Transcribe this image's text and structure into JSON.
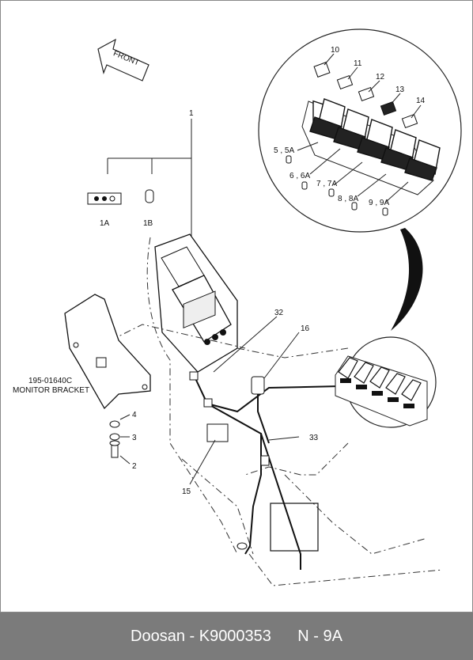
{
  "diagram": {
    "direction_label": "FRONT",
    "callouts": {
      "c1": "1",
      "c1a": "1A",
      "c1b": "1B",
      "c2": "2",
      "c3": "3",
      "c4": "4",
      "c5": "5 , 5A",
      "c6": "6 , 6A",
      "c7": "7 , 7A",
      "c8": "8 , 8A",
      "c9": "9 , 9A",
      "c10": "10",
      "c11": "11",
      "c12": "12",
      "c13": "13",
      "c14": "14",
      "c15": "15",
      "c16": "16",
      "c32": "32",
      "c33": "33"
    },
    "bracket_part": "195-01640C",
    "bracket_name": "MONITOR BRACKET"
  },
  "footer": {
    "brand": "Doosan - K9000353",
    "page": "N - 9A"
  }
}
